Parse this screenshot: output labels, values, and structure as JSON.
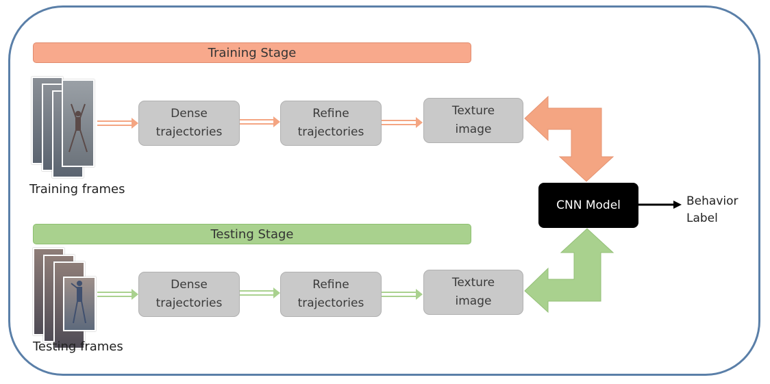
{
  "training": {
    "stage_label": "Training Stage",
    "frames_caption": "Training frames",
    "steps": [
      {
        "line1": "Dense",
        "line2": "trajectories"
      },
      {
        "line1": "Refine",
        "line2": "trajectories"
      },
      {
        "line1": "Texture",
        "line2": "image"
      }
    ]
  },
  "testing": {
    "stage_label": "Testing Stage",
    "frames_caption": "Testing frames",
    "steps": [
      {
        "line1": "Dense",
        "line2": "trajectories"
      },
      {
        "line1": "Refine",
        "line2": "trajectories"
      },
      {
        "line1": "Texture",
        "line2": "image"
      }
    ]
  },
  "model": {
    "label": "CNN Model"
  },
  "output": {
    "line1": "Behavior",
    "line2": "Label"
  },
  "colors": {
    "training": "#f4a582",
    "testing": "#a9d18e",
    "border": "#5a7fa8"
  }
}
